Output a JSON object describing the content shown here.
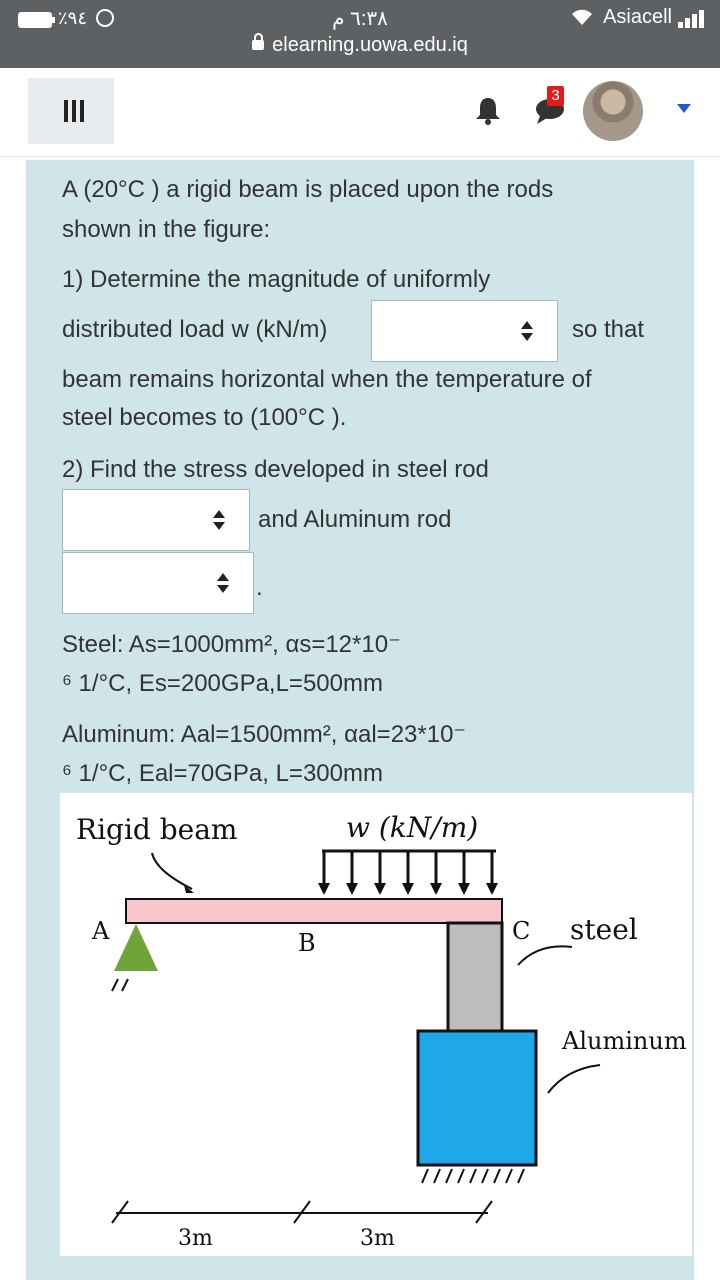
{
  "status_bar": {
    "battery_percent": "٪٩٤",
    "time": "٦:٣٨ م",
    "carrier": "Asiacell",
    "url": "elearning.uowa.edu.iq"
  },
  "nav": {
    "notification_count": "3",
    "accent_color": "#1f5bd6"
  },
  "question": {
    "line1": "A (20°C ) a rigid beam is placed upon the rods",
    "line2": "shown in the figure:",
    "line3": "1) Determine the magnitude of uniformly",
    "line4a": "distributed load  w (kN/m)",
    "line4b": "so that",
    "line5": "beam remains horizontal when the temperature of",
    "line6": "steel becomes to (100°C ).",
    "line7": "2) Find the stress developed in steel rod",
    "line8": "and Aluminum rod",
    "line9_period": ".",
    "select_w": "",
    "select_steel": "",
    "select_aluminum": ""
  },
  "properties": {
    "steel_line1": "Steel: As=1000mm², αs=12*10⁻",
    "steel_line2": "⁶ 1/°C, Es=200GPa,L=500mm",
    "aluminum_line1": "Aluminum: Aal=1500mm², αal=23*10⁻",
    "aluminum_line2": "⁶ 1/°C, Eal=70GPa, L=300mm"
  },
  "figure": {
    "rigid_beam_label": "Rigid beam",
    "load_label": "w (kN/m)",
    "point_a": "A",
    "point_b": "B",
    "point_c": "C",
    "steel_label": "steel",
    "aluminum_label": "Aluminum",
    "dim1": "3m",
    "dim2": "3m",
    "beam_color": "#f7c6cb",
    "steel_color": "#bdbdbd",
    "aluminum_color": "#1fa8e8",
    "support_color": "#6ea536"
  }
}
